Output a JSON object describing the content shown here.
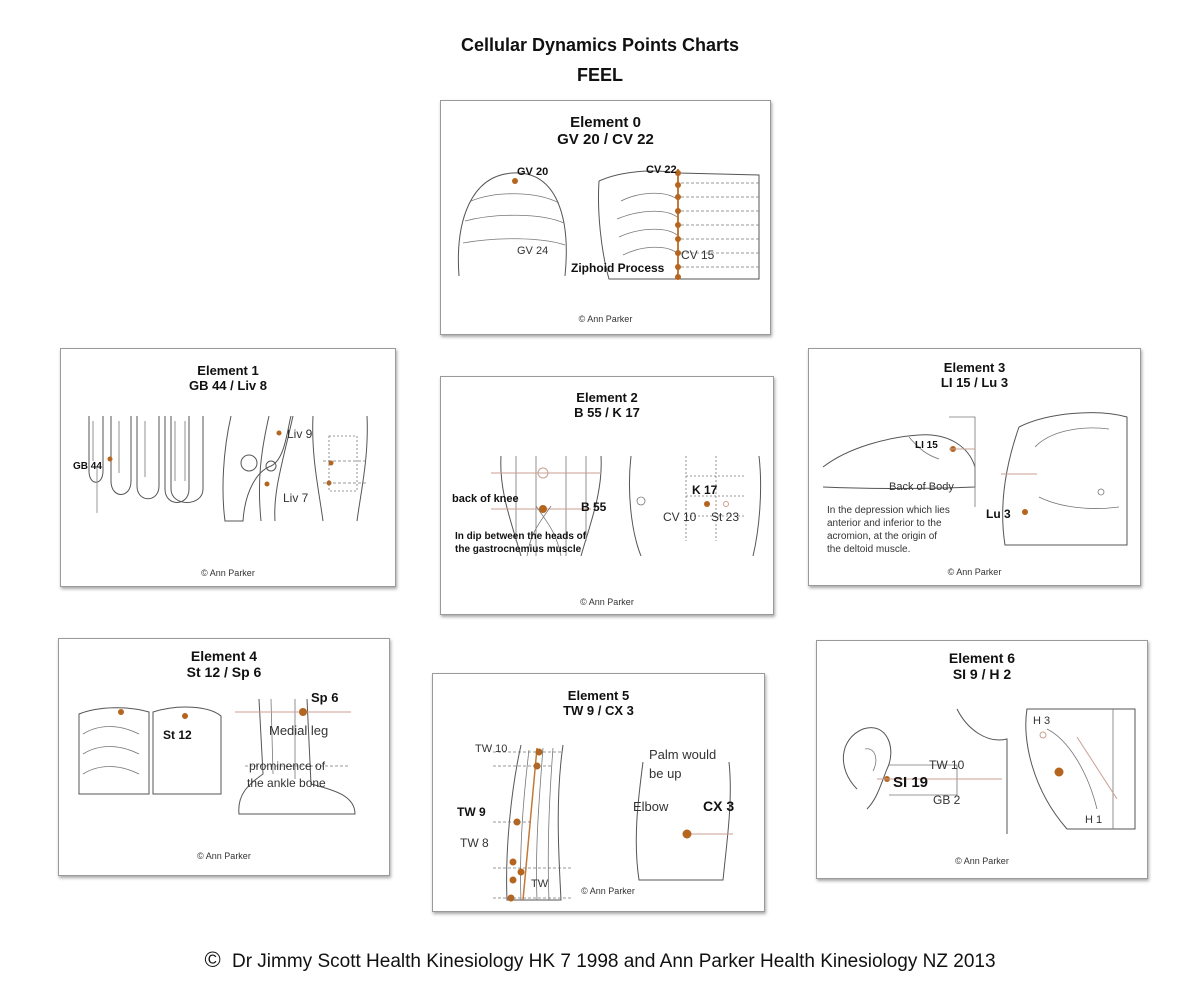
{
  "title": "Cellular Dynamics Points Charts",
  "subtitle": "FEEL",
  "footer": {
    "symbol": "©",
    "text": "Dr Jimmy Scott Health Kinesiology HK 7 1998 and Ann Parker Health Kinesiology NZ 2013"
  },
  "cards": {
    "e0": {
      "title": "Element 0",
      "points": "GV 20 / CV 22",
      "copyright": "©  Ann Parker",
      "labels": {
        "gv20": "GV 20",
        "gv24": "GV 24",
        "cv22": "CV 22",
        "cv15": "CV 15",
        "ziphoid": "Ziphoid Process"
      }
    },
    "e1": {
      "title": "Element 1",
      "points": "GB 44 / Liv 8",
      "copyright": "©  Ann Parker",
      "labels": {
        "gb44": "GB 44",
        "liv9": "Liv 9",
        "liv7": "Liv 7"
      }
    },
    "e2": {
      "title": "Element 2",
      "points": "B 55 / K 17",
      "copyright": "©  Ann Parker",
      "labels": {
        "knee": "back of knee",
        "b55": "B 55",
        "k17": "K 17",
        "cv10": "CV 10",
        "st23": "St 23",
        "desc1": "In dip between the heads of",
        "desc2": "the gastrocnemius muscle"
      }
    },
    "e3": {
      "title": "Element 3",
      "points": "LI 15 / Lu 3",
      "copyright": "©  Ann Parker",
      "labels": {
        "li15": "LI 15",
        "back": "Back of Body",
        "lu3": "Lu 3",
        "desc1": "In the depression which lies",
        "desc2": "anterior and inferior to the",
        "desc3": "acromion, at the origin of",
        "desc4": "the deltoid muscle."
      }
    },
    "e4": {
      "title": "Element 4",
      "points": "St 12 / Sp 6",
      "copyright": "©  Ann Parker",
      "labels": {
        "st12": "St 12",
        "sp6": "Sp 6",
        "medial": "Medial leg",
        "prom1": "prominence of",
        "prom2": "the ankle bone"
      }
    },
    "e5": {
      "title": "Element 5",
      "points": "TW 9 / CX 3",
      "copyright": "©  Ann Parker",
      "labels": {
        "tw10": "TW 10",
        "tw9": "TW 9",
        "tw8": "TW 8",
        "tw": "TW",
        "palm1": "Palm would",
        "palm2": "be up",
        "elbow": "Elbow",
        "cx3": "CX 3"
      }
    },
    "e6": {
      "title": "Element 6",
      "points": "SI 9 / H 2",
      "copyright": "©  Ann Parker",
      "labels": {
        "h3": "H 3",
        "tw10": "TW 10",
        "si19": "SI 19",
        "gb2": "GB 2",
        "h1": "H 1"
      }
    }
  },
  "colors": {
    "point": "#b5651d",
    "border": "#9a9a9a",
    "text": "#111111"
  }
}
